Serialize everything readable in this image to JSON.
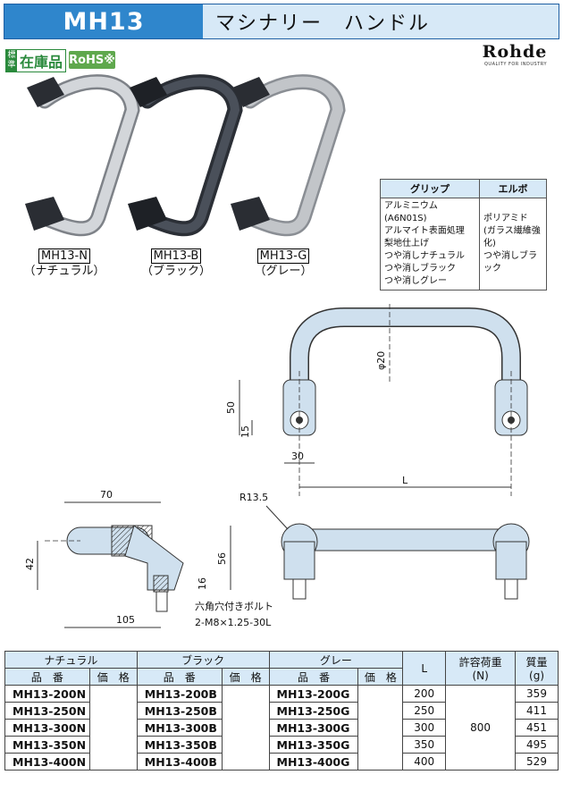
{
  "header": {
    "code": "MH13",
    "name": "マシナリー　ハンドル"
  },
  "badges": {
    "standard_key": "標準",
    "standard_value": "在庫品",
    "rohs": "RoHS※"
  },
  "brand": {
    "name": "Rohde",
    "tagline": "QUALITY FOR INDUSTRY"
  },
  "products": [
    {
      "code": "MH13-N",
      "label": "（ナチュラル）",
      "color": "#c9ccd0"
    },
    {
      "code": "MH13-B",
      "label": "（ブラック）",
      "color": "#3a3f47"
    },
    {
      "code": "MH13-G",
      "label": "（グレー）",
      "color": "#b4b8bd"
    }
  ],
  "materials": {
    "headers": [
      "グリップ",
      "エルボ"
    ],
    "grip_lines": [
      "アルミニウム(A6N01S)",
      "アルマイト表面処理",
      "梨地仕上げ",
      "つや消しナチュラル",
      "つや消しブラック",
      "つや消しグレー"
    ],
    "elbow_lines": [
      "ポリアミド",
      "(ガラス繊維強化)",
      "つや消しブラック"
    ]
  },
  "drawing": {
    "dia": "φ20",
    "h50": "50",
    "h15": "15",
    "w30": "30",
    "L": "L",
    "w70": "70",
    "h42": "42",
    "h56": "56",
    "h16": "16",
    "w105": "105",
    "r": "R13.5",
    "bolt1": "六角穴付きボルト",
    "bolt2": "2-M8×1.25-30L"
  },
  "spec": {
    "group_headers": [
      "ナチュラル",
      "ブラック",
      "グレー"
    ],
    "sub_code": "品　番",
    "sub_price": "価　格",
    "col_L": "L",
    "col_load": "許容荷重",
    "col_load_unit": "(N)",
    "col_mass": "質量",
    "col_mass_unit": "(g)",
    "load_value": "800",
    "rows": [
      {
        "n": "MH13-200N",
        "b": "MH13-200B",
        "g": "MH13-200G",
        "L": "200",
        "mass": "359"
      },
      {
        "n": "MH13-250N",
        "b": "MH13-250B",
        "g": "MH13-250G",
        "L": "250",
        "mass": "411"
      },
      {
        "n": "MH13-300N",
        "b": "MH13-300B",
        "g": "MH13-300G",
        "L": "300",
        "mass": "451"
      },
      {
        "n": "MH13-350N",
        "b": "MH13-350B",
        "g": "MH13-350G",
        "L": "350",
        "mass": "495"
      },
      {
        "n": "MH13-400N",
        "b": "MH13-400B",
        "g": "MH13-400G",
        "L": "400",
        "mass": "529"
      }
    ]
  }
}
